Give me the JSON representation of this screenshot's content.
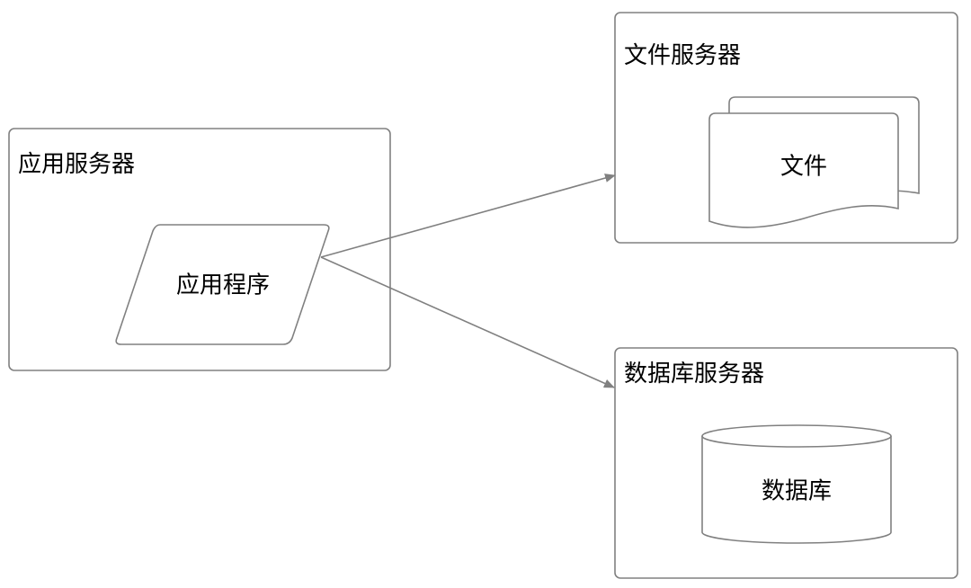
{
  "nodes": {
    "app_server": {
      "label": "应用服务器"
    },
    "application": {
      "label": "应用程序"
    },
    "file_server": {
      "label": "文件服务器"
    },
    "file": {
      "label": "文件"
    },
    "db_server": {
      "label": "数据库服务器"
    },
    "database": {
      "label": "数据库"
    }
  },
  "colors": {
    "stroke": "#808080",
    "fill": "#ffffff",
    "text": "#000000"
  }
}
